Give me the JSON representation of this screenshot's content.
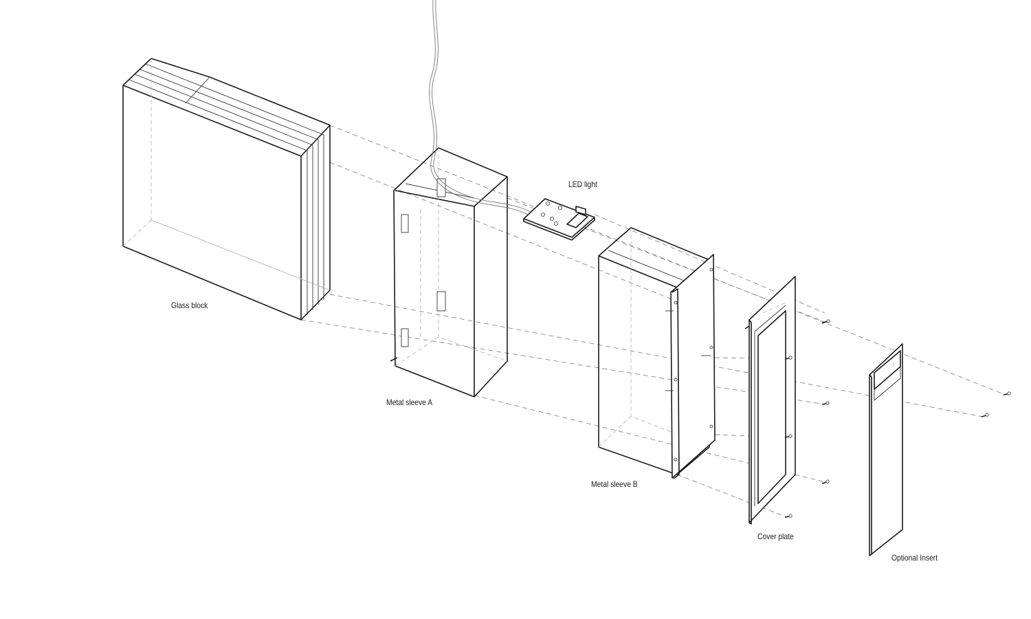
{
  "labels": {
    "glass_block": "Glass block",
    "metal_sleeve_a": "Metal sleeve A",
    "led_light": "LED light",
    "metal_sleeve_b": "Metal sleeve B",
    "cover_plate": "Cover plate",
    "optional_insert": "Optional Insert"
  },
  "colors": {
    "line": "#1a1a1a",
    "hidden_line": "#b5b5b5",
    "guide_line": "#8a8a8a",
    "background": "#ffffff"
  }
}
